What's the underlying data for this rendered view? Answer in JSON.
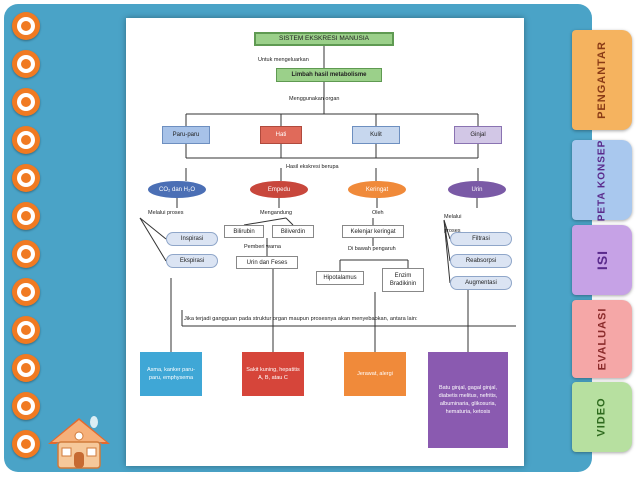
{
  "tabs": [
    {
      "label": "PENGANTAR",
      "bg": "#f5b35f",
      "fg": "#8a3b16"
    },
    {
      "label": "PETA KONSEP",
      "bg": "#a9c8ee",
      "fg": "#5a2a8c"
    },
    {
      "label": "ISI",
      "bg": "#c6a2e6",
      "fg": "#5a2a8c"
    },
    {
      "label": "EVALUASI",
      "bg": "#f5a7a7",
      "fg": "#8a2a2a"
    },
    {
      "label": "VIDEO",
      "bg": "#b7e0a0",
      "fg": "#2e6a1e"
    }
  ],
  "diagram": {
    "title": "SISTEM EKSKRESI MANUSIA",
    "label_untuk": "Untuk mengeluarkan",
    "limbah": "Limbah hasil metabolisme",
    "label_menggunakan": "Menggunakan organ",
    "organs": [
      "Paru-paru",
      "Hati",
      "Kulit",
      "Ginjal"
    ],
    "label_hasil": "Hasil ekskresi berupa",
    "products": [
      "CO₂ dan H₂O",
      "Empedu",
      "Keringat",
      "Urin"
    ],
    "label_melalui": "Melalui proses",
    "paru_steps": [
      "Inspirasi",
      "Ekspirasi"
    ],
    "label_mengandung": "Mengandung",
    "empedu_items": [
      "Bilirubin",
      "Biliverdin"
    ],
    "label_pemberi": "Pemberi    warna",
    "empedu_result": "Urin dan Feses",
    "label_oleh": "Oleh",
    "kulit_gland": "Kelenjar keringat",
    "label_dibawah": "Di bawah pengaruh",
    "kulit_controls": [
      "Hipotalamus",
      "Enzim Bradikinin"
    ],
    "label_melalui_proses": "Melalui proses",
    "ginjal_steps": [
      "Filtrasi",
      "Reabsorpsi",
      "Augmentasi"
    ],
    "label_gangguan": "Jika terjadi gangguan pada struktur organ maupun prosesnya akan menyebabkan, antara lain:",
    "diseases": [
      "Asma, kanker paru-paru, emphysema",
      "Sakit kuning, hepatitis A, B, atau C",
      "Jerawat, alergi",
      "Batu ginjal, gagal ginjal, diabetis melitus, nefritis, albuminaria, glikosuria, hematuria, ketosis"
    ]
  },
  "colors": {
    "board": "#4aa3c7",
    "ring": "#f07a22",
    "product_ovals": [
      "#4b6fb5",
      "#c8473c",
      "#f08a3a",
      "#7a5aa6"
    ],
    "disease_notes": [
      "#3fa7d6",
      "#d6453a",
      "#f08a3a",
      "#8a5ab0"
    ]
  },
  "icons": {
    "home": "house-icon",
    "rings": "binder-ring-icon"
  }
}
